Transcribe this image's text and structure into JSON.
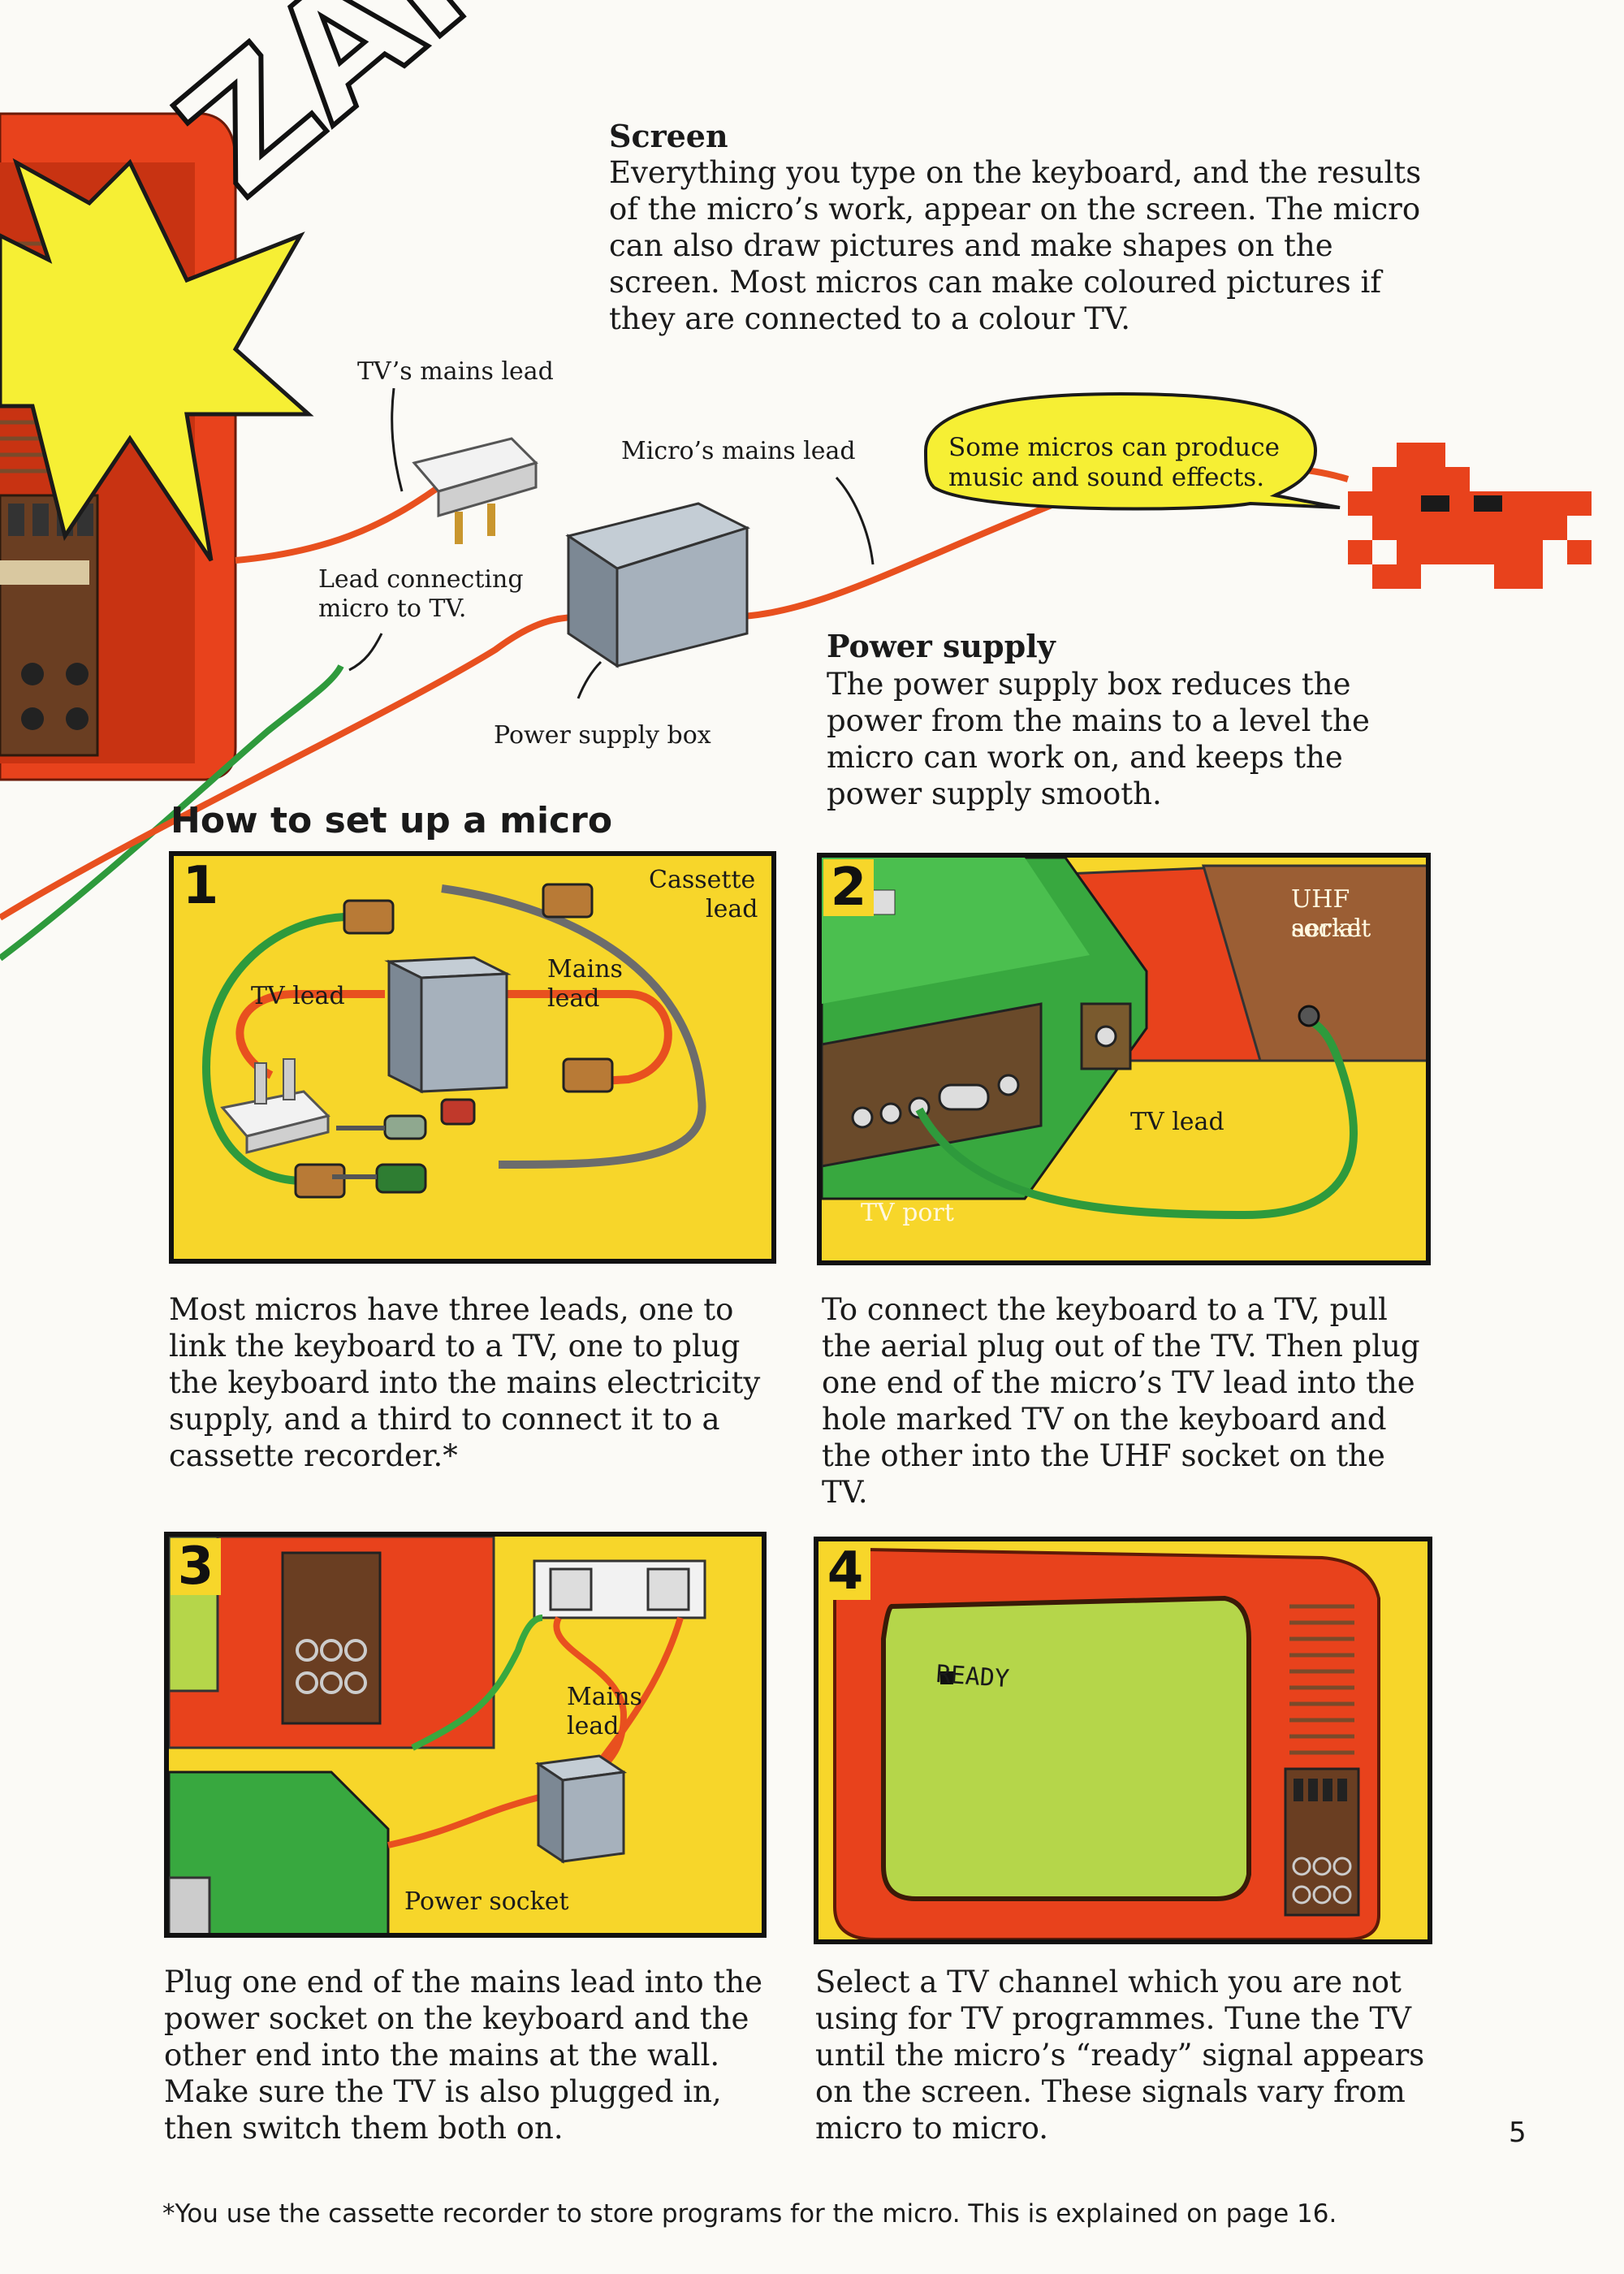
{
  "header": {
    "zap": "ZAP"
  },
  "screen": {
    "title": "Screen",
    "text": "Everything you type on the keyboard, and the results of the micro’s work, appear on the screen. The micro can also draw pictures and make shapes on the screen. Most micros can make coloured pictures if they are connected to a colour TV."
  },
  "labels": {
    "tv_mains_lead": "TV’s mains lead",
    "micro_mains_lead": "Micro’s mains lead",
    "lead_connecting_1": "Lead connecting",
    "lead_connecting_2": "micro to TV.",
    "power_supply_box": "Power supply box",
    "speech_bubble_1": "Some micros can produce",
    "speech_bubble_2": "music and sound effects."
  },
  "power_supply": {
    "title": "Power supply",
    "text": "The power supply box reduces the power from the mains to a level the micro can work on, and keeps the power supply smooth."
  },
  "section": {
    "title": "How to set up a micro"
  },
  "panels": [
    {
      "number": "1",
      "labels": {
        "cassette_1": "Cassette",
        "cassette_2": "lead",
        "tv_lead": "TV lead",
        "mains_1": "Mains",
        "mains_2": "lead"
      },
      "caption": "Most micros have three leads, one to link the keyboard to a TV, one to plug the keyboard into the mains electricity supply, and a third to connect it to a cassette recorder.*"
    },
    {
      "number": "2",
      "labels": {
        "uhf_1": "UHF aerial",
        "uhf_2": "socket",
        "tv_lead": "TV lead",
        "tv_port": "TV port"
      },
      "caption": "To connect the keyboard to a TV, pull the aerial plug out of the TV. Then plug one end of the micro’s TV lead into the hole marked TV on the keyboard and the other into the UHF socket on the TV."
    },
    {
      "number": "3",
      "labels": {
        "mains_1": "Mains",
        "mains_2": "lead",
        "power_socket": "Power socket"
      },
      "caption": "Plug one end of the mains lead into the power socket on the keyboard and the other end into the mains at the wall. Make sure the TV is also plugged in, then switch them both on."
    },
    {
      "number": "4",
      "labels": {
        "ready": "READY"
      },
      "caption": "Select a TV channel which you are not using for TV programmes. Tune the TV until the micro’s “ready” signal appears on the screen. These signals vary from micro to micro."
    }
  ],
  "page_number": "5",
  "footnote": "*You use the cassette recorder to store programs for the micro. This is explained on page 16.",
  "colors": {
    "panel_yellow": "#f7d62a",
    "tv_orange": "#e8421c",
    "lead_green": "#2e9a3c",
    "lead_red": "#e8501f",
    "screen_green": "#b5d64a"
  }
}
